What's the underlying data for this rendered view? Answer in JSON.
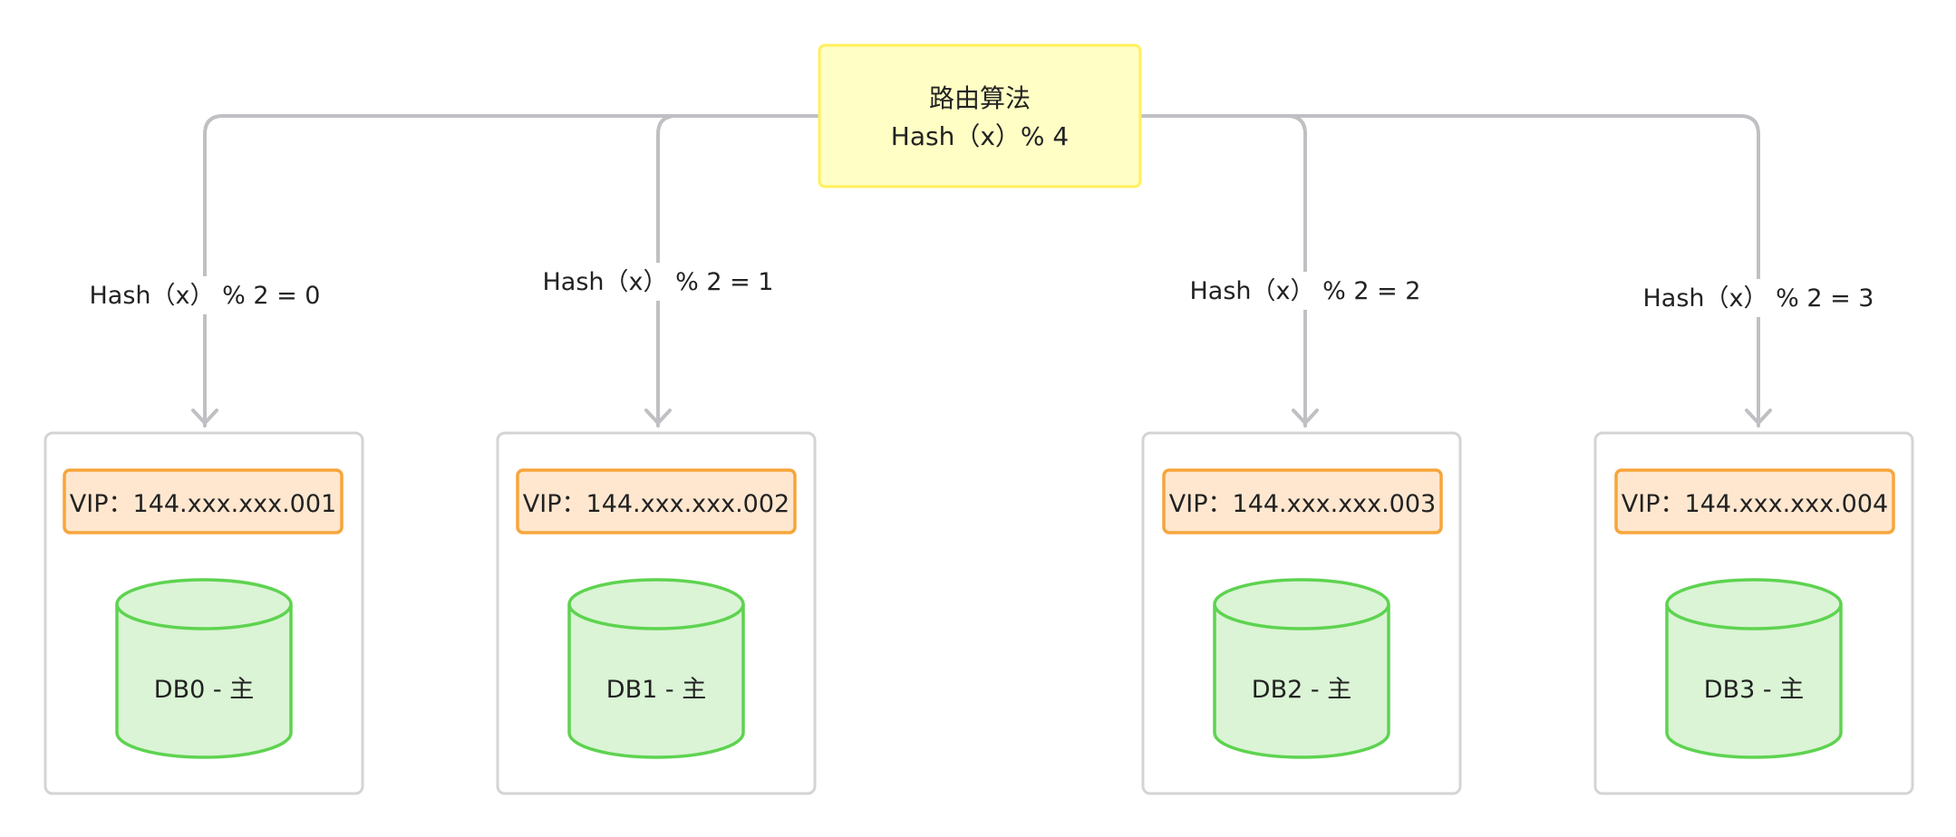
{
  "router": {
    "title": "路由算法",
    "formula": "Hash（x）% 4"
  },
  "branches": [
    {
      "edge_label": "Hash（x） % 2 = 0",
      "vip": "VIP：144.xxx.xxx.001",
      "db": "DB0 - 主"
    },
    {
      "edge_label": "Hash（x） % 2 = 1",
      "vip": "VIP：144.xxx.xxx.002",
      "db": "DB1 - 主"
    },
    {
      "edge_label": "Hash（x） % 2 = 2",
      "vip": "VIP：144.xxx.xxx.003",
      "db": "DB2 - 主"
    },
    {
      "edge_label": "Hash（x） % 2 = 3",
      "vip": "VIP：144.xxx.xxx.004",
      "db": "DB3 - 主"
    }
  ],
  "colors": {
    "router_fill": "#FFFEC4",
    "router_stroke": "#FFF05C",
    "vip_fill": "#FFE7CF",
    "vip_stroke": "#F7A53A",
    "db_fill": "#DAF4D5",
    "db_stroke": "#5ED350",
    "container_stroke": "#D4D4D4",
    "connector": "#C0C0C4"
  }
}
